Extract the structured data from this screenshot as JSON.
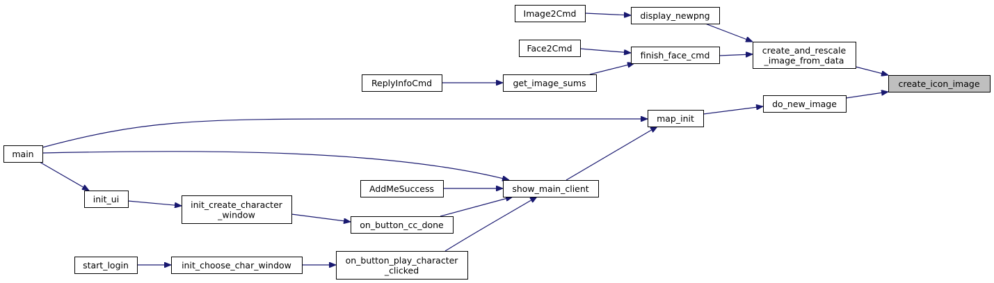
{
  "graph": {
    "title": "",
    "nodes": [
      {
        "id": "create_icon_image",
        "lines": [
          "create_icon_image"
        ],
        "highlight": true
      },
      {
        "id": "create_and_rescale",
        "lines": [
          "create_and_rescale",
          "_image_from_data"
        ]
      },
      {
        "id": "do_new_image",
        "lines": [
          "do_new_image"
        ]
      },
      {
        "id": "display_newpng",
        "lines": [
          "display_newpng"
        ]
      },
      {
        "id": "finish_face_cmd",
        "lines": [
          "finish_face_cmd"
        ]
      },
      {
        "id": "Image2Cmd",
        "lines": [
          "Image2Cmd"
        ]
      },
      {
        "id": "Face2Cmd",
        "lines": [
          "Face2Cmd"
        ]
      },
      {
        "id": "get_image_sums",
        "lines": [
          "get_image_sums"
        ]
      },
      {
        "id": "ReplyInfoCmd",
        "lines": [
          "ReplyInfoCmd"
        ]
      },
      {
        "id": "map_init",
        "lines": [
          "map_init"
        ]
      },
      {
        "id": "main",
        "lines": [
          "main"
        ]
      },
      {
        "id": "show_main_client",
        "lines": [
          "show_main_client"
        ]
      },
      {
        "id": "AddMeSuccess",
        "lines": [
          "AddMeSuccess"
        ]
      },
      {
        "id": "init_ui",
        "lines": [
          "init_ui"
        ]
      },
      {
        "id": "init_create_character_window",
        "lines": [
          "init_create_character",
          "_window"
        ]
      },
      {
        "id": "on_button_cc_done",
        "lines": [
          "on_button_cc_done"
        ]
      },
      {
        "id": "start_login",
        "lines": [
          "start_login"
        ]
      },
      {
        "id": "init_choose_char_window",
        "lines": [
          "init_choose_char_window"
        ]
      },
      {
        "id": "on_button_play_character_clicked",
        "lines": [
          "on_button_play_character",
          "_clicked"
        ]
      }
    ],
    "edges": [
      {
        "from": "create_and_rescale",
        "to": "create_icon_image"
      },
      {
        "from": "do_new_image",
        "to": "create_icon_image"
      },
      {
        "from": "display_newpng",
        "to": "create_and_rescale"
      },
      {
        "from": "finish_face_cmd",
        "to": "create_and_rescale"
      },
      {
        "from": "Image2Cmd",
        "to": "display_newpng"
      },
      {
        "from": "Face2Cmd",
        "to": "finish_face_cmd"
      },
      {
        "from": "get_image_sums",
        "to": "finish_face_cmd"
      },
      {
        "from": "ReplyInfoCmd",
        "to": "get_image_sums"
      },
      {
        "from": "map_init",
        "to": "do_new_image"
      },
      {
        "from": "main",
        "to": "map_init"
      },
      {
        "from": "show_main_client",
        "to": "map_init"
      },
      {
        "from": "main",
        "to": "show_main_client"
      },
      {
        "from": "main",
        "to": "init_ui"
      },
      {
        "from": "AddMeSuccess",
        "to": "show_main_client"
      },
      {
        "from": "on_button_cc_done",
        "to": "show_main_client"
      },
      {
        "from": "on_button_play_character_clicked",
        "to": "show_main_client"
      },
      {
        "from": "init_ui",
        "to": "init_create_character_window"
      },
      {
        "from": "init_create_character_window",
        "to": "on_button_cc_done"
      },
      {
        "from": "start_login",
        "to": "init_choose_char_window"
      },
      {
        "from": "init_choose_char_window",
        "to": "on_button_play_character_clicked"
      }
    ]
  }
}
